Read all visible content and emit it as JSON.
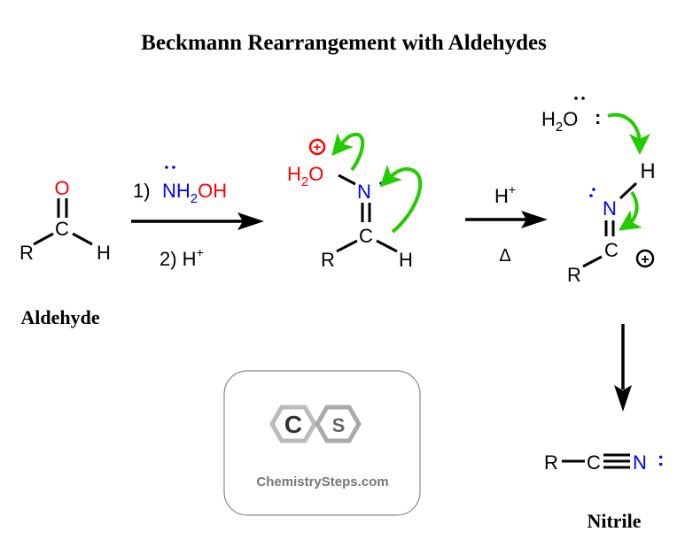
{
  "title": "Beckmann Rearrangement with Aldehydes",
  "colors": {
    "oxygen": "#ff0000",
    "nitrogen": "#0000ff",
    "arrow_push": "#22cc00",
    "text": "#000000",
    "logo_gray": "#777777"
  },
  "aldehyde": {
    "label": "Aldehyde",
    "O": "O",
    "C": "C",
    "R": "R",
    "H": "H"
  },
  "step1": {
    "reagent1_num": "1)",
    "reagent1_N": "N",
    "reagent1_H": "H",
    "reagent1_sub": "2",
    "reagent1_OH": "OH",
    "reagent2": "2) H",
    "reagent2_sup": "+"
  },
  "oxime_protonated": {
    "H": "H",
    "sub": "2",
    "O": "O",
    "plus": "+",
    "N": "N",
    "C": "C",
    "R": "R",
    "H2": "H"
  },
  "step2": {
    "acid": "H",
    "acid_sup": "+",
    "heat": "Δ"
  },
  "nitrilium": {
    "water_H": "H",
    "water_sub": "2",
    "water_O": "O",
    "colon": ":",
    "H": "H",
    "N": "N",
    "C": "C",
    "R": "R",
    "plus": "+"
  },
  "nitrile": {
    "label": "Nitrile",
    "R": "R",
    "C": "C",
    "N": "N",
    "colon": ":"
  },
  "logo": {
    "C": "C",
    "S": "S",
    "text": "ChemistrySteps.com"
  }
}
